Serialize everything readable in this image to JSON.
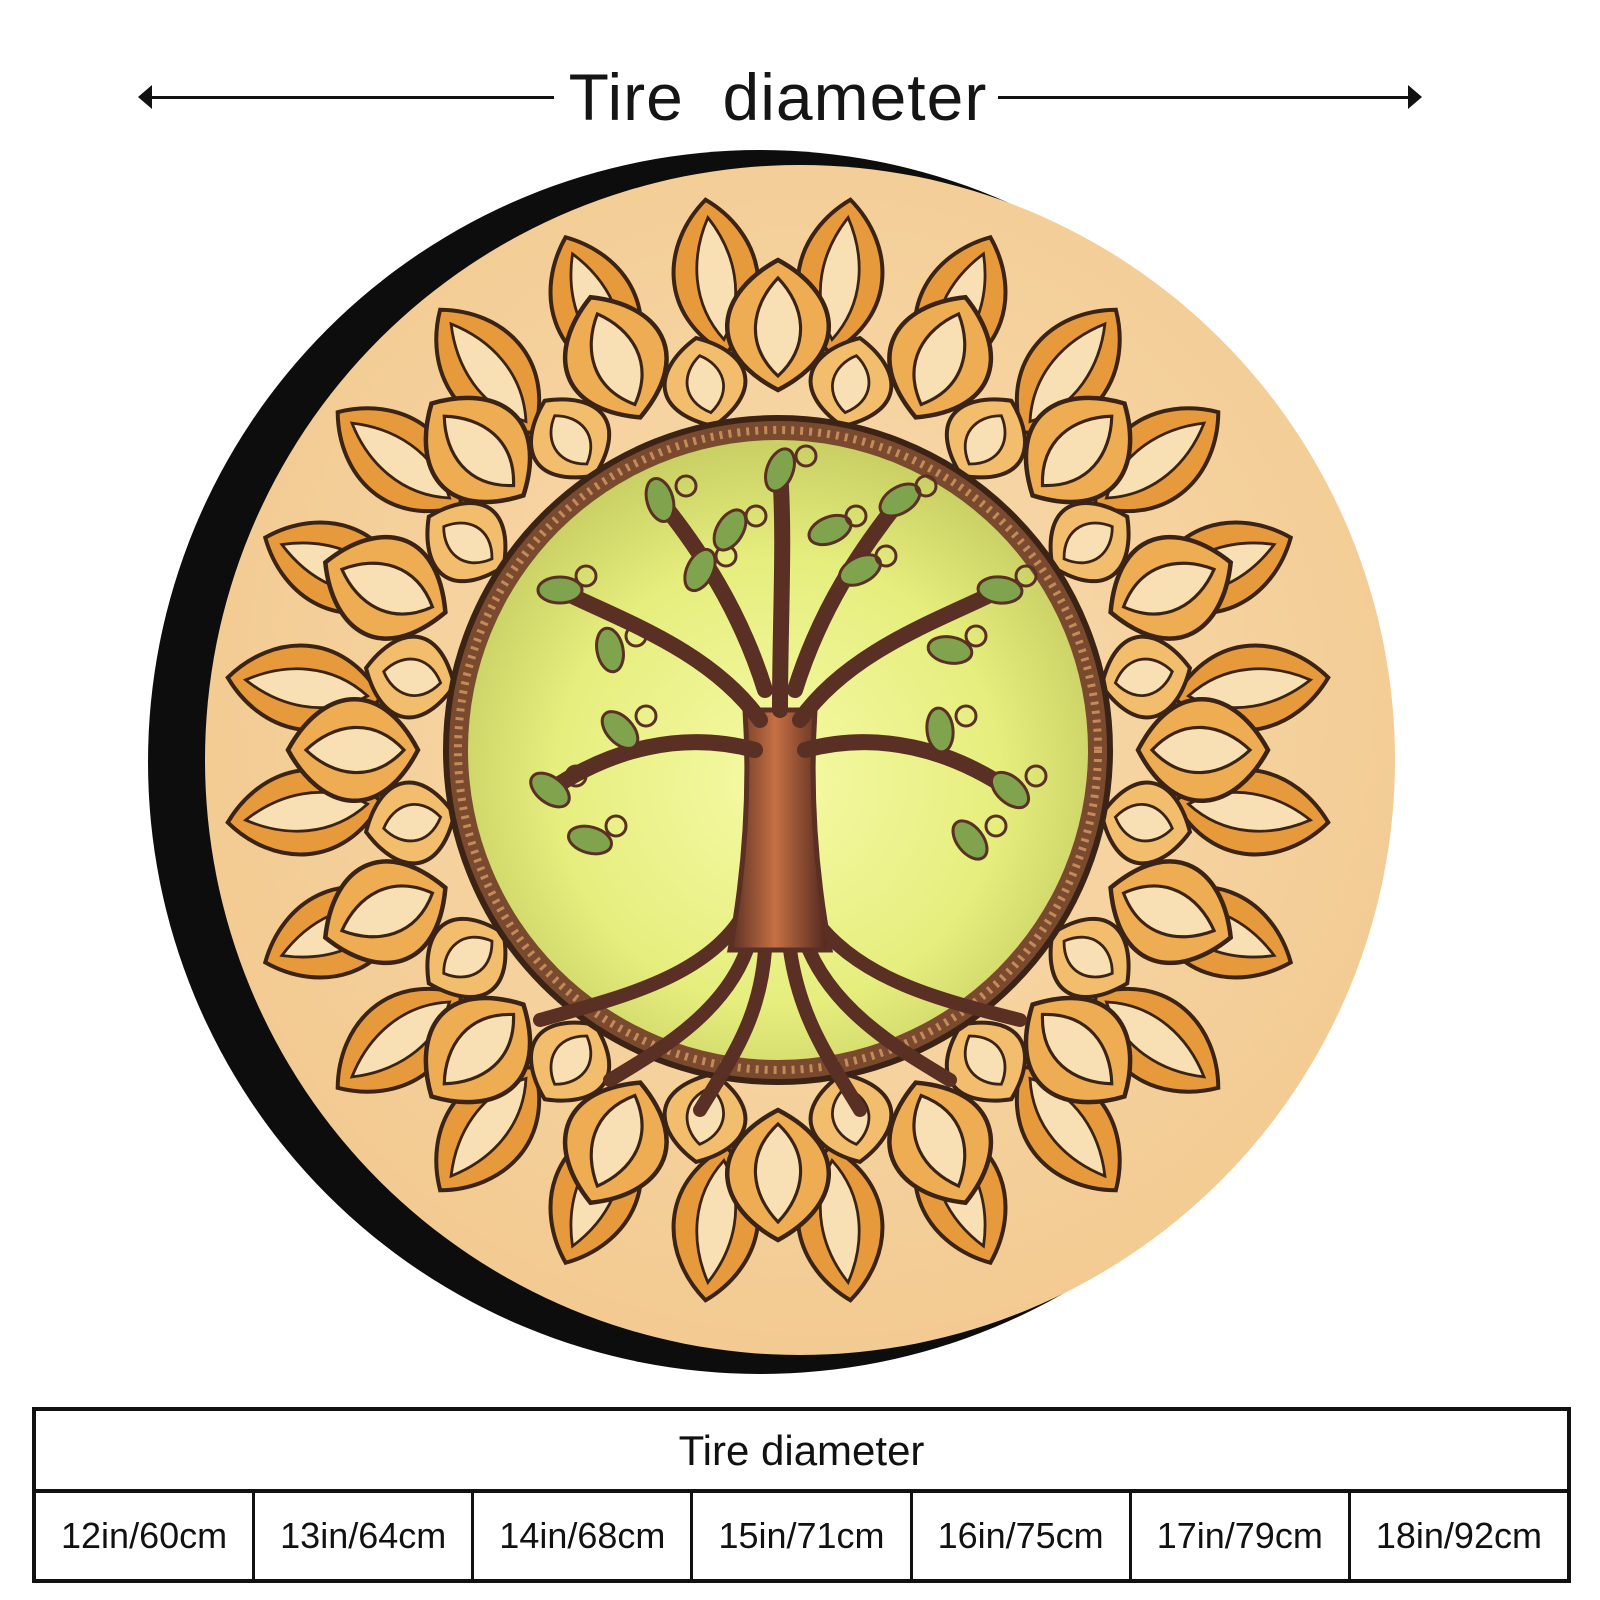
{
  "dimension_label": "Tire  diameter",
  "product": {
    "colors": {
      "tire_black": "#0d0d0d",
      "cover_cream": "#f8d6a6",
      "mandala_orange": "#e79a3b",
      "mandala_outline": "#3b2415",
      "tree_brown": "#5a2f24",
      "trunk_highlight": "#b5653f",
      "inner_glow": "#f1f48f",
      "leaf_green": "#7fa44d"
    }
  },
  "size_table": {
    "header": "Tire diameter",
    "sizes": [
      "12in/60cm",
      "13in/64cm",
      "14in/68cm",
      "15in/71cm",
      "16in/75cm",
      "17in/79cm",
      "18in/92cm"
    ]
  }
}
